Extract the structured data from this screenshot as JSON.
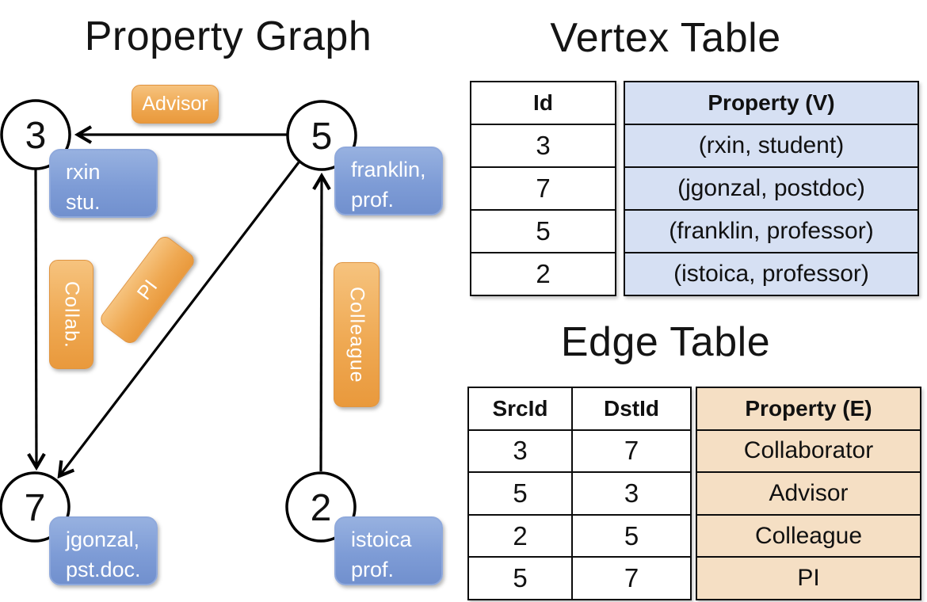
{
  "graph": {
    "title": "Property Graph",
    "nodes": [
      {
        "id": "3",
        "label_line1": "rxin",
        "label_line2": "stu."
      },
      {
        "id": "5",
        "label_line1": "franklin,",
        "label_line2": "prof."
      },
      {
        "id": "7",
        "label_line1": "jgonzal,",
        "label_line2": "pst.doc."
      },
      {
        "id": "2",
        "label_line1": "istoica",
        "label_line2": "prof."
      }
    ],
    "edge_labels": {
      "advisor": "Advisor",
      "collab": "Collab.",
      "pi": "PI",
      "colleague": "Colleague"
    }
  },
  "vertex_table": {
    "title": "Vertex Table",
    "col_id": "Id",
    "col_property": "Property (V)",
    "rows": [
      {
        "id": "3",
        "property": "(rxin, student)"
      },
      {
        "id": "7",
        "property": "(jgonzal, postdoc)"
      },
      {
        "id": "5",
        "property": "(franklin, professor)"
      },
      {
        "id": "2",
        "property": "(istoica, professor)"
      }
    ]
  },
  "edge_table": {
    "title": "Edge Table",
    "col_src": "SrcId",
    "col_dst": "DstId",
    "col_property": "Property (E)",
    "rows": [
      {
        "src": "3",
        "dst": "7",
        "property": "Collaborator"
      },
      {
        "src": "5",
        "dst": "3",
        "property": "Advisor"
      },
      {
        "src": "2",
        "dst": "5",
        "property": "Colleague"
      },
      {
        "src": "5",
        "dst": "7",
        "property": "PI"
      }
    ]
  },
  "colors": {
    "edge_label_orange_top": "#F6C37E",
    "edge_label_orange_bottom": "#E9993C",
    "vertex_label_blue_top": "#97B1E0",
    "vertex_label_blue_bottom": "#7190CE",
    "vertex_table_cell_fill": "#D6E0F3",
    "edge_table_cell_fill": "#F5DFC4",
    "line_color": "#000000"
  }
}
